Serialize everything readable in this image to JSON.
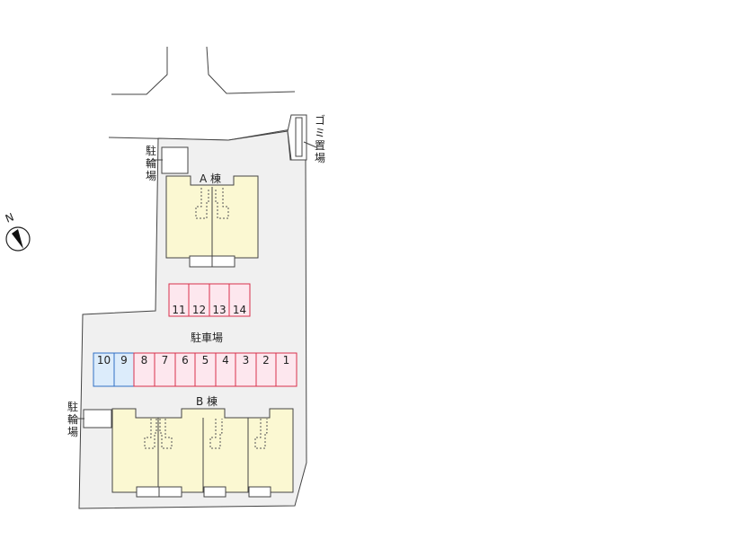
{
  "compass": {
    "north_label": "N"
  },
  "labels": {
    "bike_parking_top": [
      "駐",
      "輪",
      "場"
    ],
    "bike_parking_bottom": [
      "駐",
      "輪",
      "場"
    ],
    "garbage": [
      "ゴ",
      "ミ",
      "置",
      "場"
    ],
    "building_a": "A 棟",
    "building_b": "B 棟",
    "parking": "駐車場"
  },
  "parking_rows": {
    "upper": [
      "11",
      "12",
      "13",
      "14"
    ],
    "lower": [
      "10",
      "9",
      "8",
      "7",
      "6",
      "5",
      "4",
      "3",
      "2",
      "1"
    ]
  },
  "colors": {
    "resident_space": "#d9304c",
    "visitor_space": "#2f6fc5",
    "building_fill": "#fbf8d2",
    "site_fill": "#f0f0f0"
  }
}
